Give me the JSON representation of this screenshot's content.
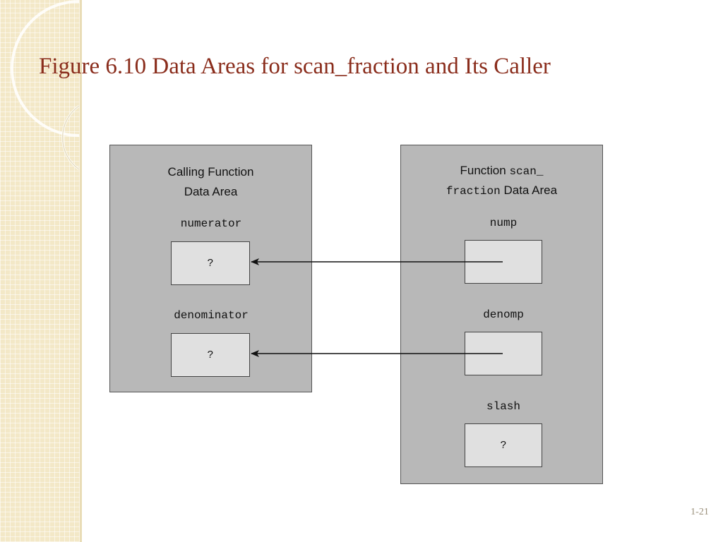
{
  "slide": {
    "title": "Figure 6.10  Data Areas for scan_fraction and Its Caller",
    "number": "1-21"
  },
  "diagram": {
    "caller_area": {
      "heading_line1": "Calling Function",
      "heading_line2": "Data Area",
      "variables": [
        {
          "name": "numerator",
          "value": "?"
        },
        {
          "name": "denominator",
          "value": "?"
        }
      ]
    },
    "function_area": {
      "heading_prefix": "Function",
      "heading_code1": "scan_",
      "heading_code2": "fraction",
      "heading_suffix": "Data Area",
      "variables": [
        {
          "name": "nump",
          "value": "",
          "points_to": "numerator"
        },
        {
          "name": "denomp",
          "value": "",
          "points_to": "denominator"
        },
        {
          "name": "slash",
          "value": "?"
        }
      ]
    }
  },
  "colors": {
    "title": "#8a2d1c",
    "panel_fill": "#b8b8b8",
    "box_fill": "#e0e0e0",
    "side_strip": "#f3e8c7"
  }
}
